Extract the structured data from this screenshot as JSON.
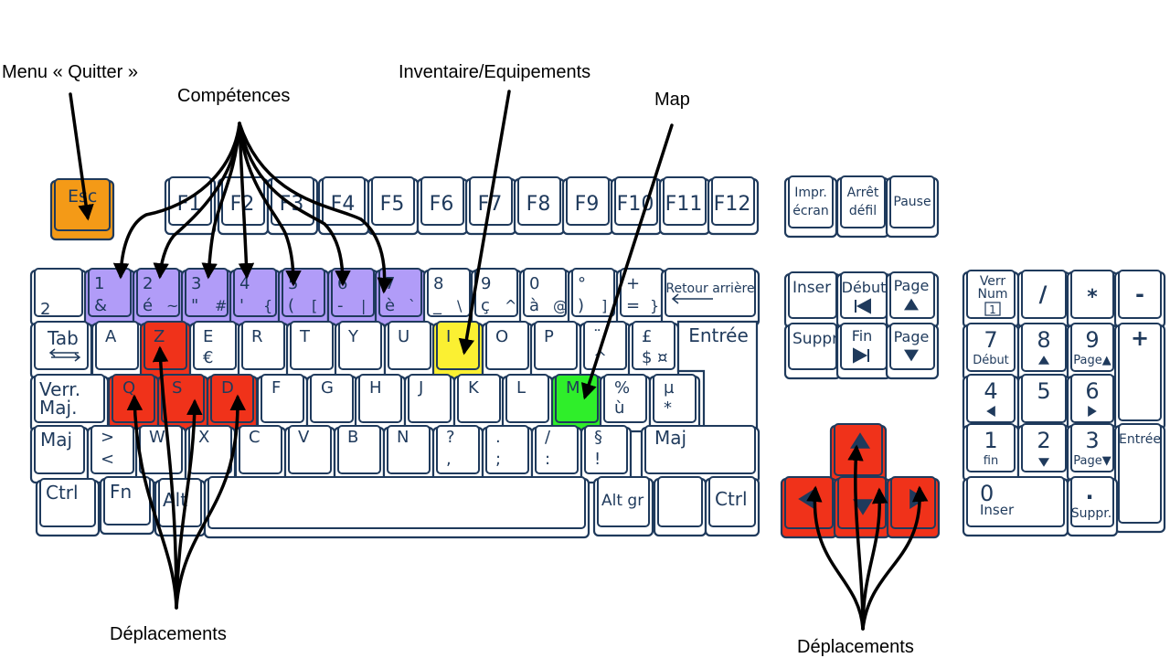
{
  "annotations": {
    "quit": "Menu « Quitter »",
    "skills": "Compétences",
    "inventory": "Inventaire/Equipements",
    "map": "Map",
    "move_left": "Déplacements",
    "move_right": "Déplacements"
  },
  "colors": {
    "key_fill": "#ffffff",
    "key_stroke": "#1f3a5c",
    "esc": "#f49a17",
    "skills": "#b19cf8",
    "move": "#f0321a",
    "inventory": "#fbf032",
    "map": "#2fee2a"
  },
  "keys": {
    "esc": "Esc",
    "f": [
      "F1",
      "F2",
      "F3",
      "F4",
      "F5",
      "F6",
      "F7",
      "F8",
      "F9",
      "F10",
      "F11",
      "F12"
    ],
    "sys": [
      [
        "Impr.",
        "écran"
      ],
      [
        "Arrêt",
        "défil"
      ],
      [
        "Pause"
      ]
    ],
    "num_row": [
      {
        "top": "",
        "bot": "2",
        "extra": ""
      },
      {
        "top": "1",
        "bot": "&",
        "extra": ""
      },
      {
        "top": "2",
        "bot": "é",
        "extra": "~"
      },
      {
        "top": "3",
        "bot": "\"",
        "extra": "#"
      },
      {
        "top": "4",
        "bot": "'",
        "extra": "{"
      },
      {
        "top": "5",
        "bot": "(",
        "extra": "["
      },
      {
        "top": "6",
        "bot": "-",
        "extra": "|"
      },
      {
        "top": "7",
        "bot": "è",
        "extra": "`"
      },
      {
        "top": "8",
        "bot": "_",
        "extra": "\\"
      },
      {
        "top": "9",
        "bot": "ç",
        "extra": "^"
      },
      {
        "top": "0",
        "bot": "à",
        "extra": "@"
      },
      {
        "top": "°",
        "bot": ")",
        "extra": "]"
      },
      {
        "top": "+",
        "bot": "=",
        "extra": "}"
      }
    ],
    "backspace": "Retour arrière",
    "tab": "Tab",
    "row_q": [
      {
        "top": "A",
        "bot": ""
      },
      {
        "top": "Z",
        "bot": ""
      },
      {
        "top": "E",
        "bot": "€"
      },
      {
        "top": "R",
        "bot": ""
      },
      {
        "top": "T",
        "bot": ""
      },
      {
        "top": "Y",
        "bot": ""
      },
      {
        "top": "U",
        "bot": ""
      },
      {
        "top": "I",
        "bot": ""
      },
      {
        "top": "O",
        "bot": ""
      },
      {
        "top": "P",
        "bot": ""
      },
      {
        "top": "¨",
        "bot": "^"
      },
      {
        "top": "£",
        "bot": "$ ¤"
      }
    ],
    "enter": "Entrée",
    "caps": [
      "Verr.",
      "Maj."
    ],
    "row_a": [
      {
        "top": "Q",
        "bot": ""
      },
      {
        "top": "S",
        "bot": ""
      },
      {
        "top": "D",
        "bot": ""
      },
      {
        "top": "F",
        "bot": ""
      },
      {
        "top": "G",
        "bot": ""
      },
      {
        "top": "H",
        "bot": ""
      },
      {
        "top": "J",
        "bot": ""
      },
      {
        "top": "K",
        "bot": ""
      },
      {
        "top": "L",
        "bot": ""
      },
      {
        "top": "M",
        "bot": ""
      },
      {
        "top": "%",
        "bot": "ù"
      },
      {
        "top": "µ",
        "bot": "*"
      }
    ],
    "shift": "Maj",
    "row_w": [
      {
        "top": ">",
        "bot": "<"
      },
      {
        "top": "W",
        "bot": ""
      },
      {
        "top": "X",
        "bot": ""
      },
      {
        "top": "C",
        "bot": ""
      },
      {
        "top": "V",
        "bot": ""
      },
      {
        "top": "B",
        "bot": ""
      },
      {
        "top": "N",
        "bot": ""
      },
      {
        "top": "?",
        "bot": ","
      },
      {
        "top": ".",
        "bot": ";"
      },
      {
        "top": "/",
        "bot": ":"
      },
      {
        "top": "§",
        "bot": "!"
      }
    ],
    "ctrl": "Ctrl",
    "fn": "Fn",
    "alt": "Alt",
    "altgr": "Alt gr",
    "nav": {
      "insert": "Inser",
      "home": "Début",
      "pgup": "Page",
      "delete": "Suppr",
      "end": "Fin",
      "pgdn": "Page"
    },
    "numpad": {
      "numlock": [
        "Verr",
        "Num",
        "1"
      ],
      "div": "/",
      "mul": "*",
      "minus": "-",
      "plus": "+",
      "n7": [
        "7",
        "Début"
      ],
      "n8": [
        "8",
        "▲"
      ],
      "n9": [
        "9",
        "Page▲"
      ],
      "n4": [
        "4",
        "◀"
      ],
      "n5": [
        "5",
        ""
      ],
      "n6": [
        "6",
        "▶"
      ],
      "n1": [
        "1",
        "fin"
      ],
      "n2": [
        "2",
        "▼"
      ],
      "n3": [
        "3",
        "Page▼"
      ],
      "n0": [
        "0",
        "Inser"
      ],
      "dot": [
        ".",
        "Suppr."
      ],
      "enter": "Entrée"
    }
  }
}
